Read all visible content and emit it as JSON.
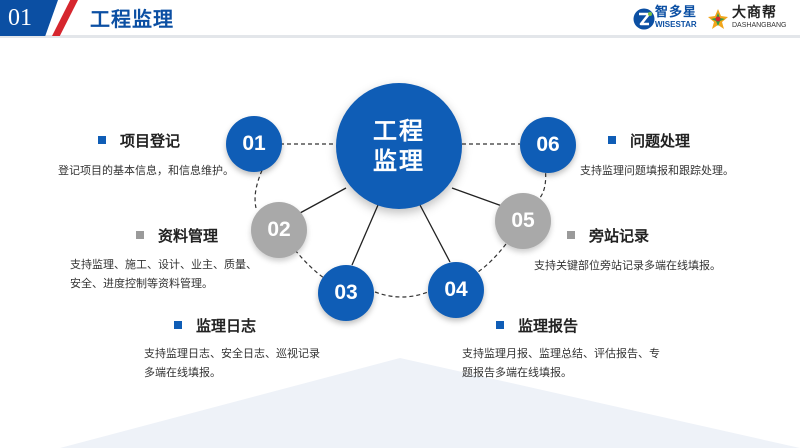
{
  "header": {
    "section_number": "01",
    "title": "工程监理",
    "logo_primary": {
      "cn": "智多星",
      "en": "WISESTAR"
    },
    "logo_secondary": {
      "cn": "大商帮",
      "en": "DASHANGBANG"
    }
  },
  "center": {
    "line1": "工程",
    "line2": "监理"
  },
  "nodes": [
    {
      "number": "01",
      "title": "项目登记",
      "desc_lines": [
        "登记项目的基本信息，和信息维护。"
      ]
    },
    {
      "number": "02",
      "title": "资料管理",
      "desc_lines": [
        "支持监理、施工、设计、业主、质量、",
        "安全、进度控制等资料管理。"
      ]
    },
    {
      "number": "03",
      "title": "监理日志",
      "desc_lines": [
        "支持监理日志、安全日志、巡视记录",
        "多端在线填报。"
      ]
    },
    {
      "number": "04",
      "title": "监理报告",
      "desc_lines": [
        "支持监理月报、监理总结、评估报告、专",
        "题报告多端在线填报。"
      ]
    },
    {
      "number": "05",
      "title": "旁站记录",
      "desc_lines": [
        "支持关键部位旁站记录多端在线填报。"
      ]
    },
    {
      "number": "06",
      "title": "问题处理",
      "desc_lines": [
        "支持监理问题填报和跟踪处理。"
      ]
    }
  ],
  "colors": {
    "primary_blue": "#0f5db6",
    "header_blue": "#0b4fa3",
    "accent_red": "#d6262e",
    "gray": "#a9a9a9"
  }
}
